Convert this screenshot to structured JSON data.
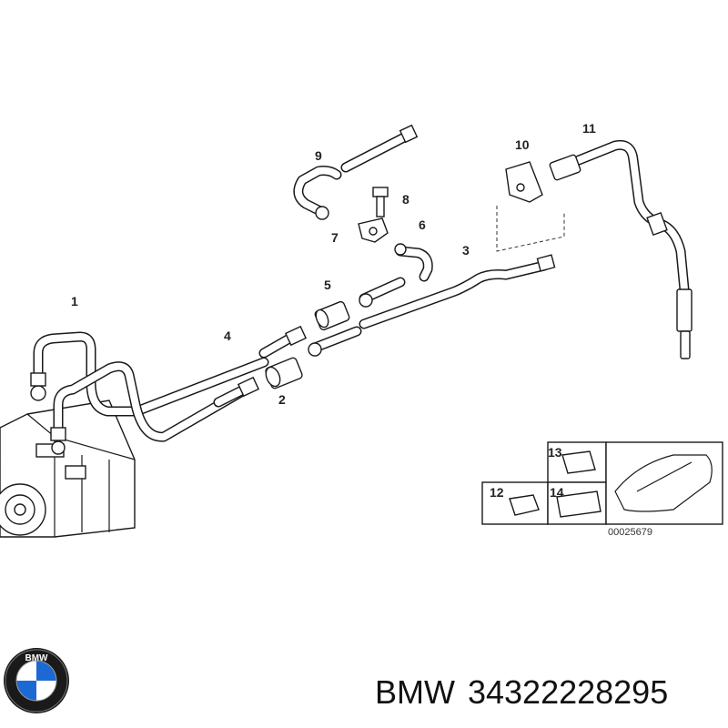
{
  "diagram": {
    "callouts": [
      {
        "id": "c1",
        "label": "1"
      },
      {
        "id": "c2",
        "label": "2"
      },
      {
        "id": "c3",
        "label": "3"
      },
      {
        "id": "c4",
        "label": "4"
      },
      {
        "id": "c5",
        "label": "5"
      },
      {
        "id": "c6",
        "label": "6"
      },
      {
        "id": "c7",
        "label": "7"
      },
      {
        "id": "c8",
        "label": "8"
      },
      {
        "id": "c9",
        "label": "9"
      },
      {
        "id": "c10",
        "label": "10"
      },
      {
        "id": "c11",
        "label": "11"
      },
      {
        "id": "c12",
        "label": "12"
      },
      {
        "id": "c13",
        "label": "13"
      },
      {
        "id": "c14",
        "label": "14"
      }
    ],
    "drawing_code": "00025679"
  },
  "brand": {
    "logo_icon": "bmw-roundel-icon",
    "logo_letters": "BMW",
    "name": "BMW",
    "part_number": "34322228295"
  },
  "colors": {
    "logo_blue": "#1c69d4",
    "logo_ring": "#1a1a1a",
    "line": "#1a1a1a"
  }
}
